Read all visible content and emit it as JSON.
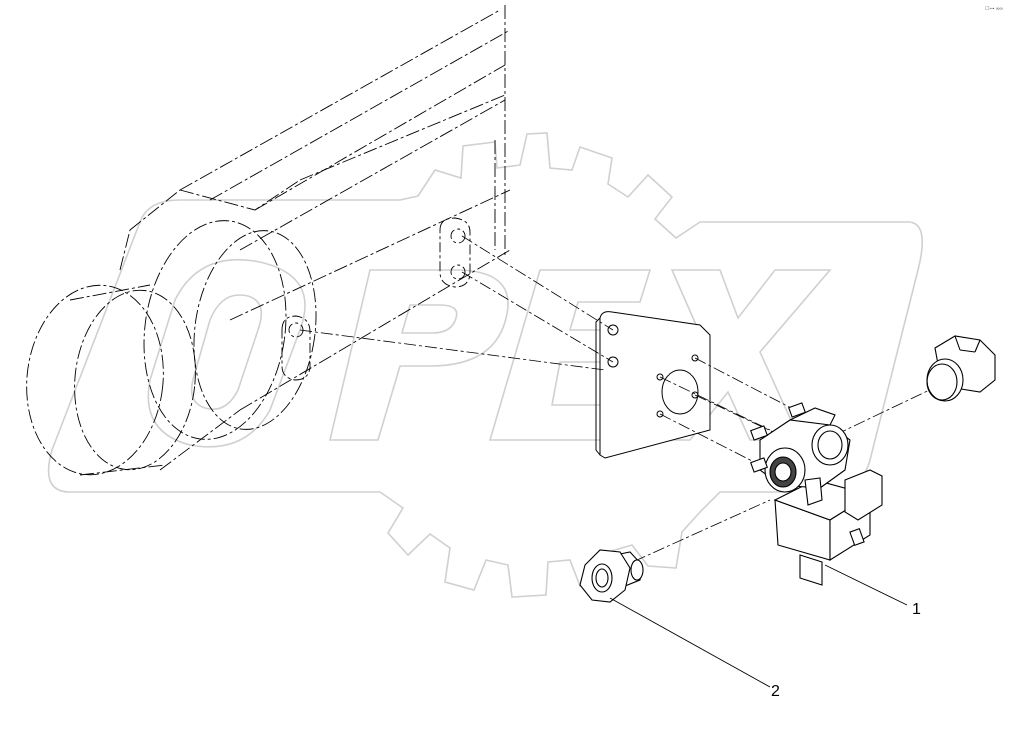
{
  "watermark": {
    "text": "OPEX",
    "gear_color": "#d9d9d9"
  },
  "corner_mark": "☐⊶ ∞∞",
  "callouts": [
    {
      "number": "1",
      "part": "solenoid-valve"
    },
    {
      "number": "2",
      "part": "reducing-nipple"
    }
  ],
  "colors": {
    "line": "#000000",
    "watermark": "#cfcfcf"
  }
}
